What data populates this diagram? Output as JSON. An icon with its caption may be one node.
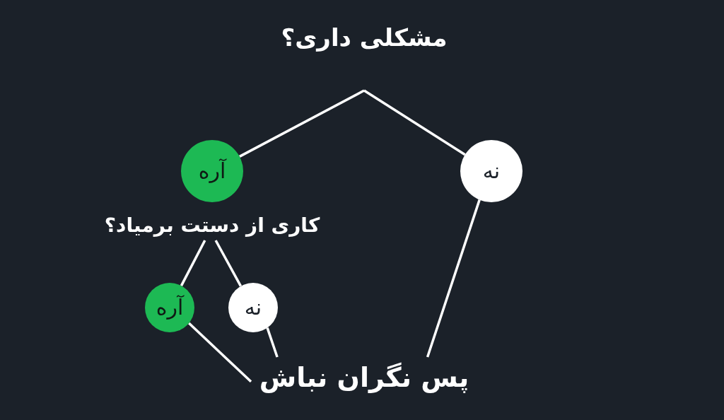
{
  "diagram": {
    "nodes": [
      {
        "text": [
          "مشکلی داری؟"
        ]
      },
      {
        "text": [
          "آره"
        ]
      },
      {
        "text": [
          "نه"
        ]
      },
      {
        "text": [
          "کاری از دستت برمیاد؟"
        ]
      },
      {
        "text": [
          "آره"
        ]
      },
      {
        "text": [
          "نه"
        ]
      },
      {
        "text": [
          "پس نگران نباش"
        ]
      }
    ],
    "edges": [
      {
        "from": 0,
        "to": 1,
        "arrow": "none"
      },
      {
        "from": 0,
        "to": 2,
        "arrow": "none"
      },
      {
        "from": 3,
        "to": 4,
        "arrow": "none"
      },
      {
        "from": 3,
        "to": 5,
        "arrow": "none"
      },
      {
        "from": 2,
        "to": 6,
        "arrow": "none"
      },
      {
        "from": 4,
        "to": 6,
        "arrow": "none"
      },
      {
        "from": 5,
        "to": 6,
        "arrow": "none"
      }
    ]
  }
}
